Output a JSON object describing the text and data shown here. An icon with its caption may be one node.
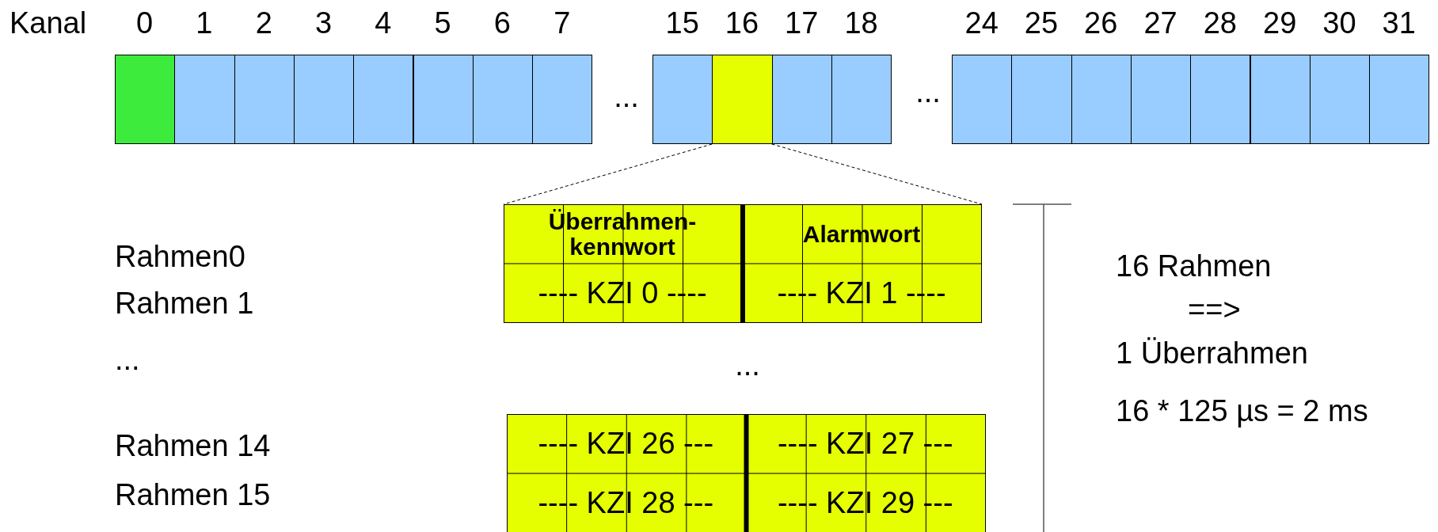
{
  "diagram": {
    "nodes": [
      {
        "text": [],
        "shape": "box",
        "beside": [
          "0"
        ]
      },
      {
        "text": [],
        "shape": "box",
        "beside": [
          "1"
        ]
      },
      {
        "text": [],
        "shape": "box",
        "beside": [
          "2"
        ]
      },
      {
        "text": [],
        "shape": "box",
        "beside": [
          "3"
        ]
      },
      {
        "text": [],
        "shape": "box",
        "beside": [
          "4"
        ]
      },
      {
        "text": [],
        "shape": "box",
        "beside": [
          "5"
        ]
      },
      {
        "text": [],
        "shape": "box",
        "beside": [
          "6"
        ]
      },
      {
        "text": [],
        "shape": "box",
        "beside": [
          "7"
        ]
      },
      {
        "text": [],
        "shape": "box",
        "beside": [
          "15"
        ]
      },
      {
        "text": [],
        "shape": "box",
        "beside": [
          "16"
        ]
      },
      {
        "text": [],
        "shape": "box",
        "beside": [
          "17"
        ]
      },
      {
        "text": [],
        "shape": "box",
        "beside": [
          "18"
        ]
      },
      {
        "text": [],
        "shape": "box",
        "beside": [
          "24"
        ]
      },
      {
        "text": [],
        "shape": "box",
        "beside": [
          "25"
        ]
      },
      {
        "text": [],
        "shape": "box",
        "beside": [
          "26"
        ]
      },
      {
        "text": [],
        "shape": "box",
        "beside": [
          "27"
        ]
      },
      {
        "text": [],
        "shape": "box",
        "beside": [
          "28"
        ]
      },
      {
        "text": [],
        "shape": "box",
        "beside": [
          "29"
        ]
      },
      {
        "text": [],
        "shape": "box",
        "beside": [
          "30"
        ]
      },
      {
        "text": [],
        "shape": "box",
        "beside": [
          "31"
        ]
      },
      {
        "text": [],
        "shape": "box"
      },
      {
        "text": [
          "Überrahmen- kennwort"
        ],
        "in": 20
      },
      {
        "text": [
          "Alarmwort"
        ],
        "in": 20
      },
      {
        "text": [
          "---- KZI 0 ----"
        ],
        "in": 20
      },
      {
        "text": [
          "---- KZI 1 ----"
        ],
        "in": 20
      },
      {
        "text": [],
        "shape": "box"
      },
      {
        "text": [
          "---- KZI 26 ---"
        ],
        "in": 25
      },
      {
        "text": [
          "---- KZI 27 ---"
        ],
        "in": 25
      },
      {
        "text": [
          "---- KZI 28 ---"
        ],
        "in": 25
      },
      {
        "text": [
          "---- KZI 29 ---"
        ],
        "in": 25
      }
    ],
    "edges": [
      {
        "from": 9,
        "to": 20,
        "arrow": "none",
        "style": "dashed"
      },
      {
        "from": 9,
        "to": 20,
        "arrow": "none",
        "style": "dashed"
      }
    ],
    "labels": [
      "Kanal",
      "...",
      "...",
      "Rahmen0",
      "16 Rahmen",
      "Rahmen 1",
      "==>",
      "...",
      "...",
      "1 Überrahmen",
      "Rahmen 14",
      "16 * 125 µs = 2 ms",
      "Rahmen 15"
    ]
  }
}
